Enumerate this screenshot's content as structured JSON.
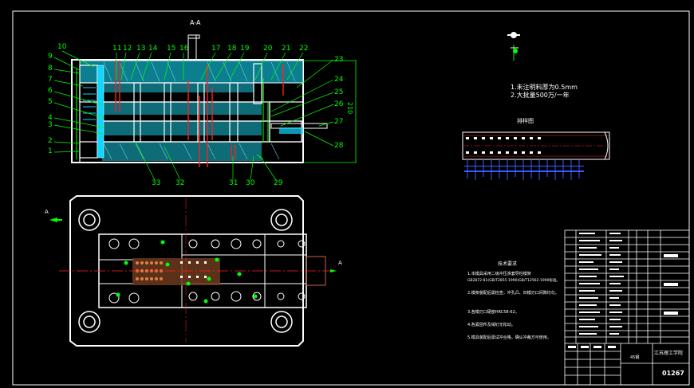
{
  "section_label": "A-A",
  "part_numbers": {
    "top": [
      "10",
      "11",
      "12",
      "13",
      "14",
      "15",
      "16",
      "17",
      "18",
      "19",
      "20",
      "21",
      "22"
    ],
    "left": [
      "9",
      "8",
      "7",
      "6",
      "5",
      "4",
      "3",
      "2",
      "1"
    ],
    "right": [
      "23",
      "24",
      "25",
      "26",
      "27",
      "28"
    ],
    "bottom": [
      "33",
      "32",
      "31",
      "30",
      "29"
    ]
  },
  "dimension_label": "210",
  "arrow_labels": {
    "a_left": "A",
    "a_right": "A"
  },
  "part_sketch": {
    "notes": [
      "1.未注明料厚为0.5mm",
      "2.大批量500万/一年"
    ]
  },
  "strip_layout": {
    "title": "排样图"
  },
  "tech_requirements": {
    "title": "技术要求",
    "items": [
      "1.本模具采用二级冲压滑套导柱模架",
      "GB2872-81(GB/T2855-1990)GB/T12562-1990标准。",
      "2.模架装配后需检查，冲孔凸、凹模刃口间隙均匀。",
      "3.各模刃口硬度HRC58-62。",
      "4.各紧固件及销钉无松动。",
      "5.模具装配后需试冲合格，确认冲裁方可使用。"
    ]
  },
  "title_block": {
    "school": "江苏理工学院",
    "drawing_no": "01267",
    "material": "45钢"
  }
}
